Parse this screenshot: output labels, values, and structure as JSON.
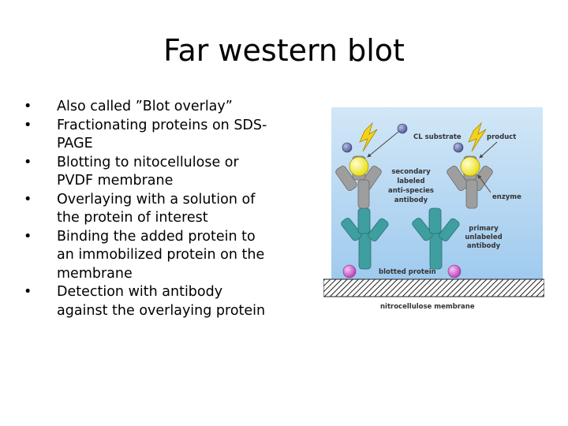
{
  "slide": {
    "title": "Far western blot",
    "bullets": [
      "Also called ”Blot overlay”",
      "Fractionating proteins on SDS-PAGE",
      "Blotting to nitocellulose or PVDF membrane",
      "Overlaying with a solution of the protein of interest",
      "Binding the added protein to an immobilized protein on the membrane",
      "Detection with antibody against the overlaying protein"
    ]
  },
  "diagram": {
    "labels": {
      "cl_substrate": "CL substrate",
      "product": "product",
      "secondary_1": "secondary",
      "secondary_2": "labeled",
      "secondary_3": "anti-species",
      "secondary_4": "antibody",
      "enzyme": "enzyme",
      "primary_1": "primary",
      "primary_2": "unlabeled",
      "primary_3": "antibody",
      "blotted_protein": "blotted protein",
      "membrane": "nitrocellulose membrane"
    },
    "colors": {
      "background_top": "#d2e7f7",
      "background_bottom": "#9fcaee",
      "secondary_antibody": "#9e9e9e",
      "primary_antibody": "#3f9ea0",
      "enzyme": "#f4ee2a",
      "substrate": "#5e6aa8",
      "blotted_protein": "#d36ad3",
      "flash": "#f4d21c"
    }
  }
}
